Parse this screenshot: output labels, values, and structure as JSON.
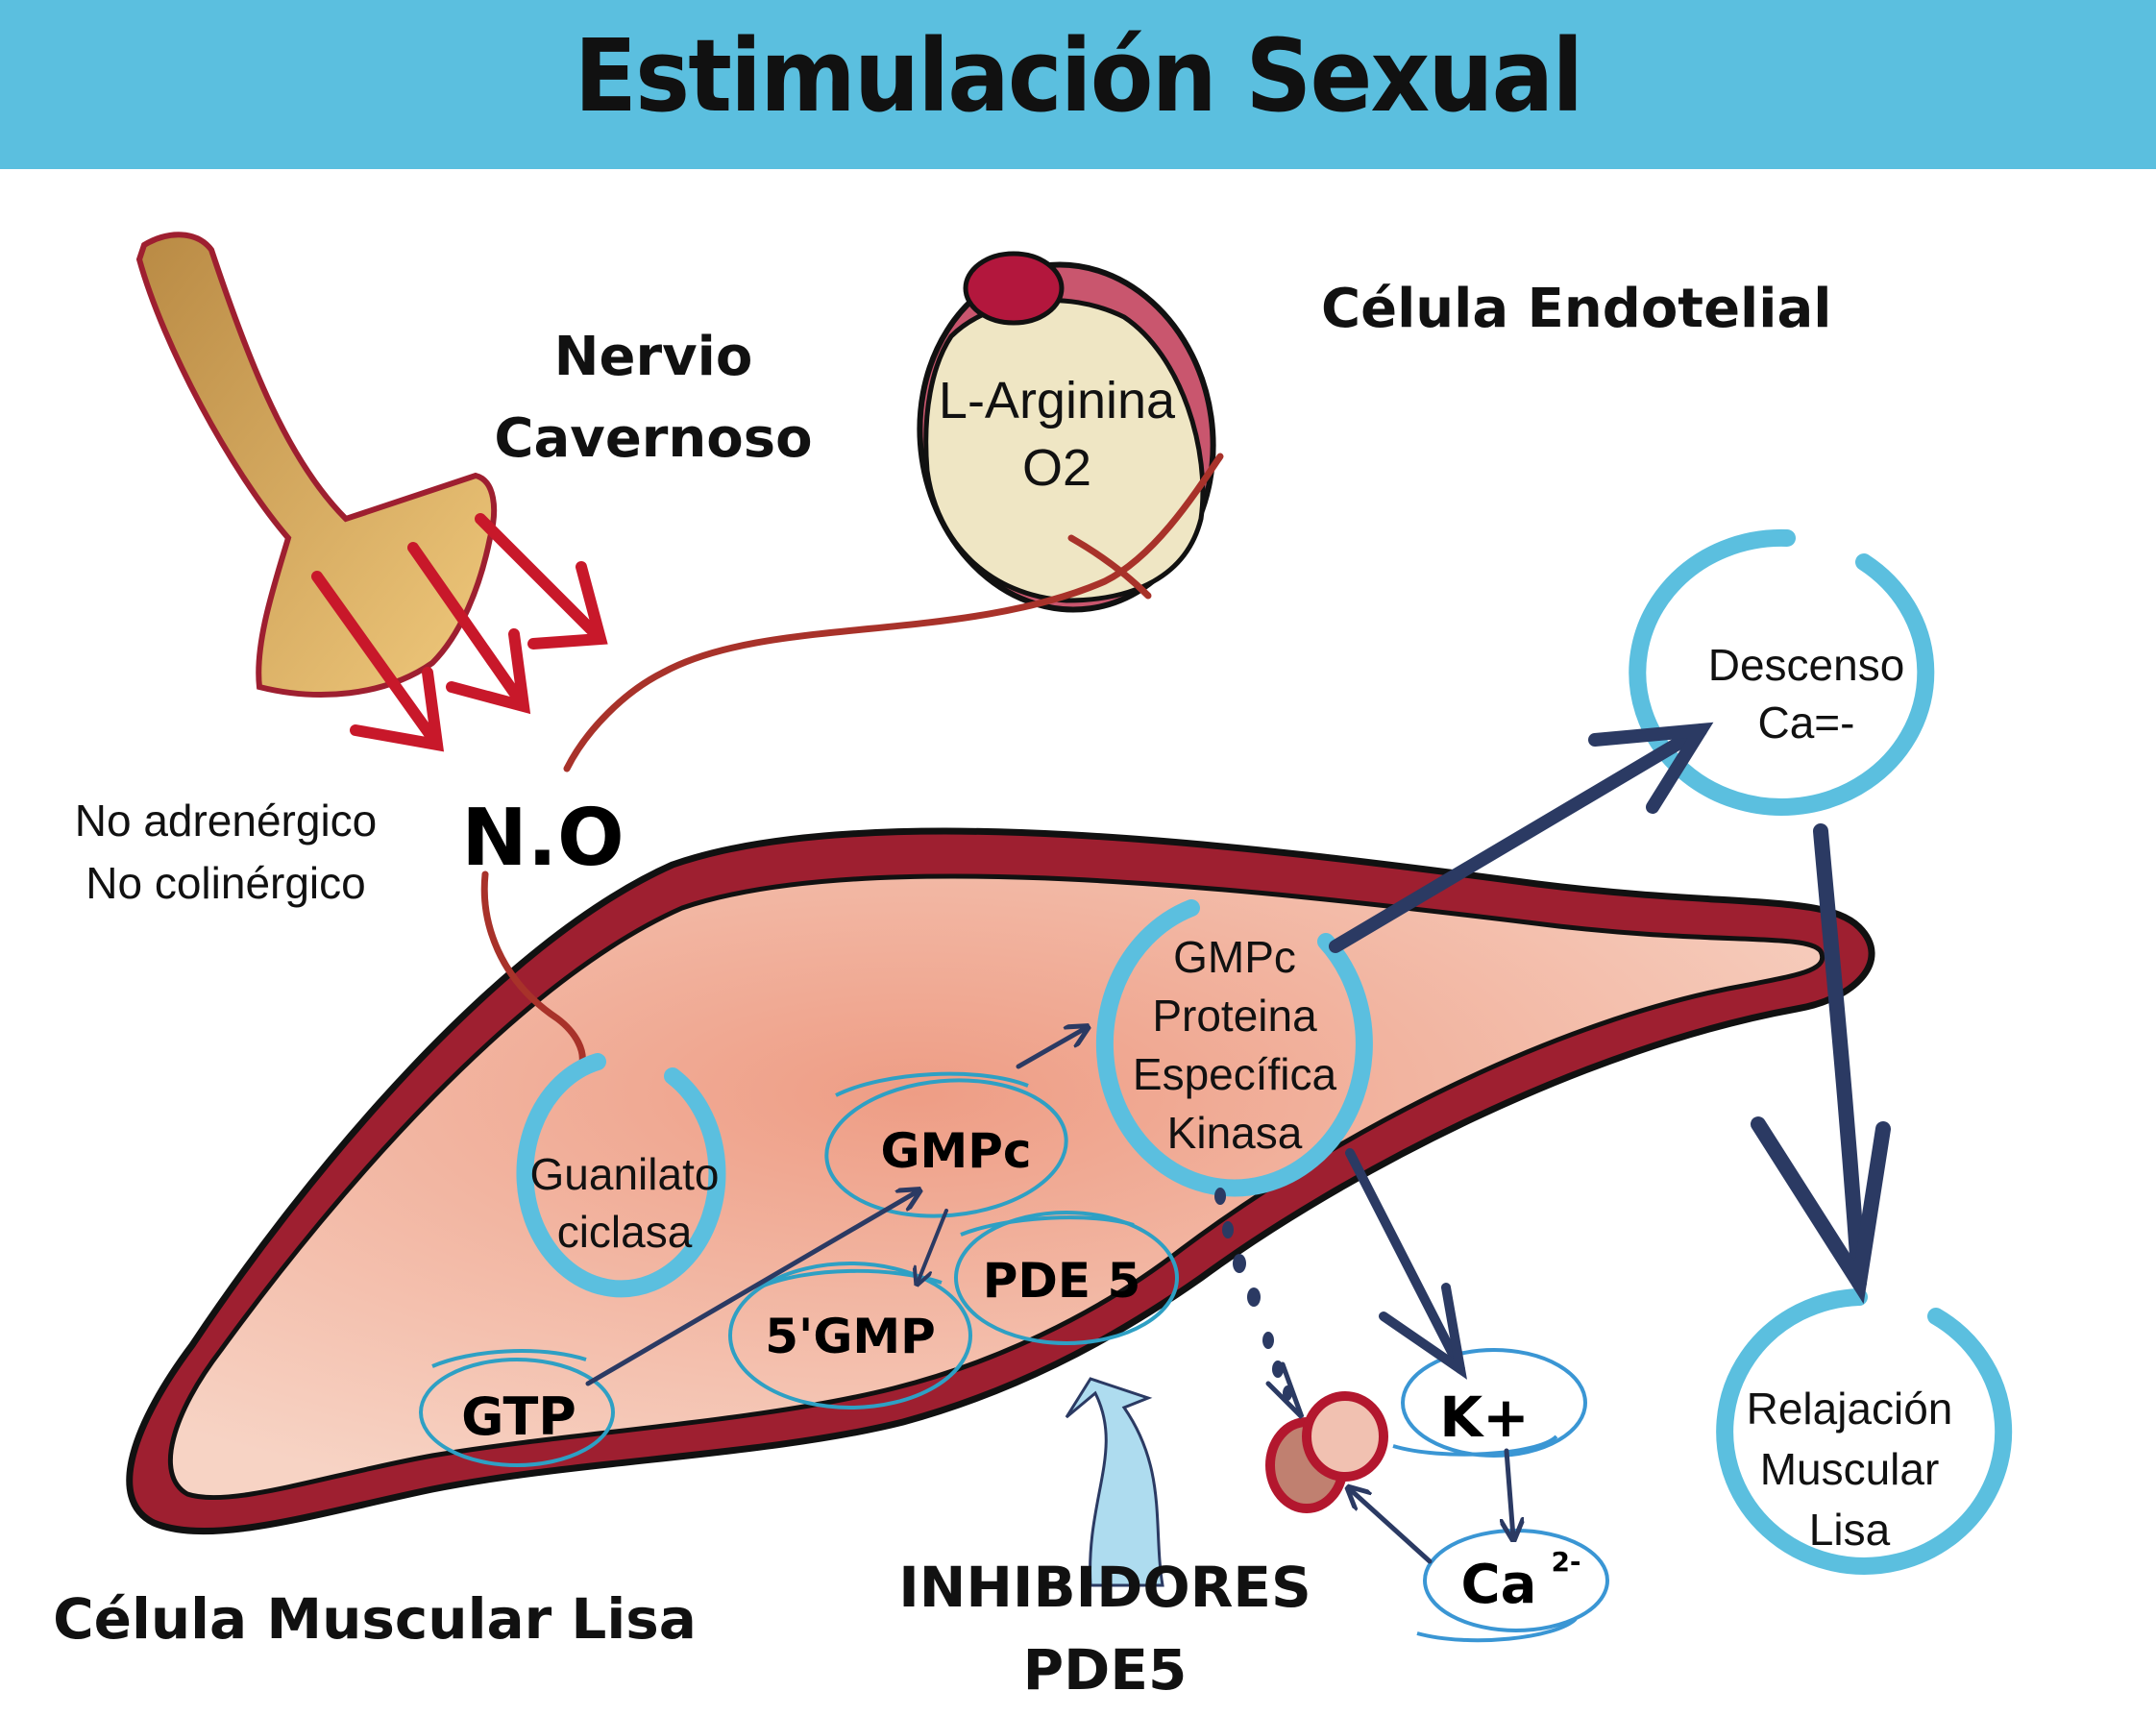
{
  "title": "Estimulación Sexual",
  "colors": {
    "banner": "#5bbfdf",
    "membrane": "#9e1f30",
    "cytoplasm": "#f3b9a6",
    "ring_blue": "#5bbfdf",
    "arrow_navy": "#2b3a63",
    "nerve": "#d9a85a",
    "nerve_arrow": "#c8182a",
    "endothelial_inner": "#efe6c4",
    "endothelial_outer": "#c9566e"
  },
  "labels": {
    "nerve_line1": "Nervio",
    "nerve_line2": "Cavernoso",
    "endothelial": "Célula Endotelial",
    "l_arginina": "L-Arginina",
    "o2": "O2",
    "no_adren": "No adrenérgico",
    "no_colin": "No colinérgico",
    "no": "N.O",
    "guanilato_1": "Guanilato",
    "guanilato_2": "ciclasa",
    "gmpc": "GMPc",
    "gtp": "GTP",
    "gmp5": "5'GMP",
    "pde5": "PDE 5",
    "pk_1": "GMPc",
    "pk_2": "Proteina",
    "pk_3": "Específica",
    "pk_4": "Kinasa",
    "descenso_1": "Descenso",
    "descenso_2": "Ca=-",
    "relaj_1": "Relajación",
    "relaj_2": "Muscular",
    "relaj_3": "Lisa",
    "k": "K+",
    "ca": "Ca",
    "ca_sup": "2-",
    "inhib_1": "INHIBIDORES",
    "inhib_2": "PDE5",
    "smooth_cell": "Célula Muscular Lisa"
  },
  "icons": {
    "nerve": "nerve-terminal-icon",
    "endothelial": "endothelial-cell-icon",
    "smooth_muscle": "smooth-muscle-cell-icon",
    "channel": "ion-channel-icon",
    "inhibitor_arrow": "curved-arrow-icon"
  }
}
